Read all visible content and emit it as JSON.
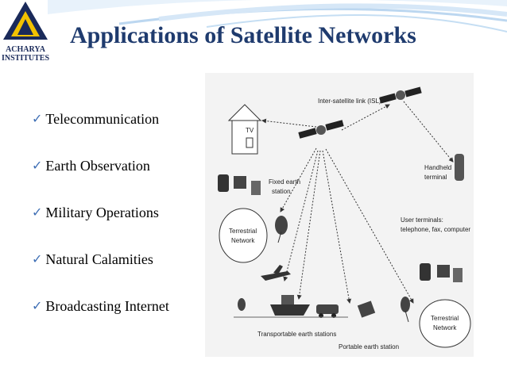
{
  "logo": {
    "line1": "ACHARYA",
    "line2": "INSTITUTES"
  },
  "title": "Applications of Satellite Networks",
  "bullets": [
    "Telecommunication",
    "Earth Observation",
    "Military Operations",
    "Natural Calamities",
    "Broadcasting Internet"
  ],
  "diagram": {
    "isl": "Inter-satellite link (ISL)",
    "tv": "TV",
    "fixed1": "Fixed earth",
    "fixed2": "station",
    "handheld1": "Handheld",
    "handheld2": "terminal",
    "terr_left1": "Terrestrial",
    "terr_left2": "Network",
    "user1": "User terminals:",
    "user2": "telephone, fax, computer",
    "transportable": "Transportable earth stations",
    "portable": "Portable earth station",
    "terr_right1": "Terrestrial",
    "terr_right2": "Network"
  },
  "colors": {
    "title": "#1f3b6e",
    "check": "#3f6fb5",
    "swoosh": "#cfe3f6"
  }
}
